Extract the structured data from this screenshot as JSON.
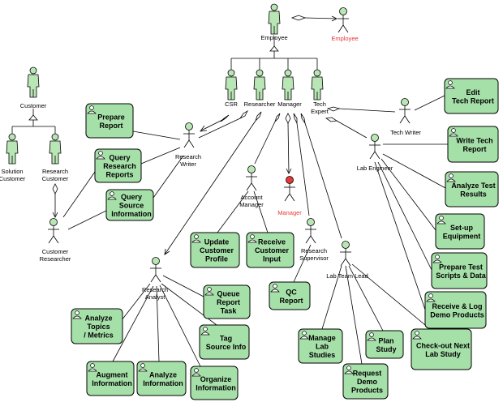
{
  "actors": {
    "employee": "Employee",
    "employee_alt": "Employee",
    "customer": "Customer",
    "solution_customer_1": "Solution",
    "solution_customer_2": "Customer",
    "research_customer_1": "Research",
    "research_customer_2": "Customer",
    "customer_researcher_1": "Customer",
    "customer_researcher_2": "Researcher",
    "csr": "CSR",
    "researcher": "Researcher",
    "manager": "Manager",
    "tech_expert_1": "Tech",
    "tech_expert_2": "Expert",
    "tech_writer": "Tech Writer",
    "research_writer_1": "Research",
    "research_writer_2": "Writer",
    "lab_engineer": "Lab Engineer",
    "account_manager_1": "Account",
    "account_manager_2": "Manager",
    "manager_alt": "Manager",
    "research_supervisor_1": "Research",
    "research_supervisor_2": "Supervisor",
    "lab_team_lead": "Lab Team Lead",
    "research_analyst_1": "Research",
    "research_analyst_2": "Analyst"
  },
  "tasks": {
    "prepare_report": [
      "Prepare",
      "Report"
    ],
    "query_research_reports": [
      "Query",
      "Research",
      "Reports"
    ],
    "query_source_information": [
      "Query",
      "Source",
      "Information"
    ],
    "edit_tech_report": [
      "Edit",
      "Tech Report"
    ],
    "write_tech_report": [
      "Write Tech",
      "Report"
    ],
    "analyze_test_results": [
      "Analyze Test",
      "Results"
    ],
    "setup_equipment": [
      "Set-up",
      "Equipment"
    ],
    "prepare_test_scripts": [
      "Prepare Test",
      "Scripts & Data"
    ],
    "receive_log_demo": [
      "Receive & Log",
      "Demo Products"
    ],
    "update_customer_profile": [
      "Update",
      "Customer",
      "Profile"
    ],
    "receive_customer_input": [
      "Receive",
      "Customer",
      "Input"
    ],
    "qc_report": [
      "QC",
      "Report"
    ],
    "queue_report_task": [
      "Queue",
      "Report",
      "Task"
    ],
    "tag_source_info": [
      "Tag",
      "Source Info"
    ],
    "analyze_topics_metrics": [
      "Analyze",
      "Topics",
      "/ Metrics"
    ],
    "augment_information": [
      "Augment",
      "Information"
    ],
    "analyze_information": [
      "Analyze",
      "Information"
    ],
    "organize_information": [
      "Organize",
      "Information"
    ],
    "manage_lab_studies": [
      "Manage",
      "Lab",
      "Studies"
    ],
    "request_demo_products": [
      "Request",
      "Demo",
      "Products"
    ],
    "plan_study": [
      "Plan",
      "Study"
    ],
    "checkout_next_lab_study": [
      "Check-out Next",
      "Lab Study"
    ]
  },
  "colors": {
    "task_fill": "#a6e0a9",
    "actor_green": "#b9e6b5",
    "alt_label_red": "#e53935"
  }
}
